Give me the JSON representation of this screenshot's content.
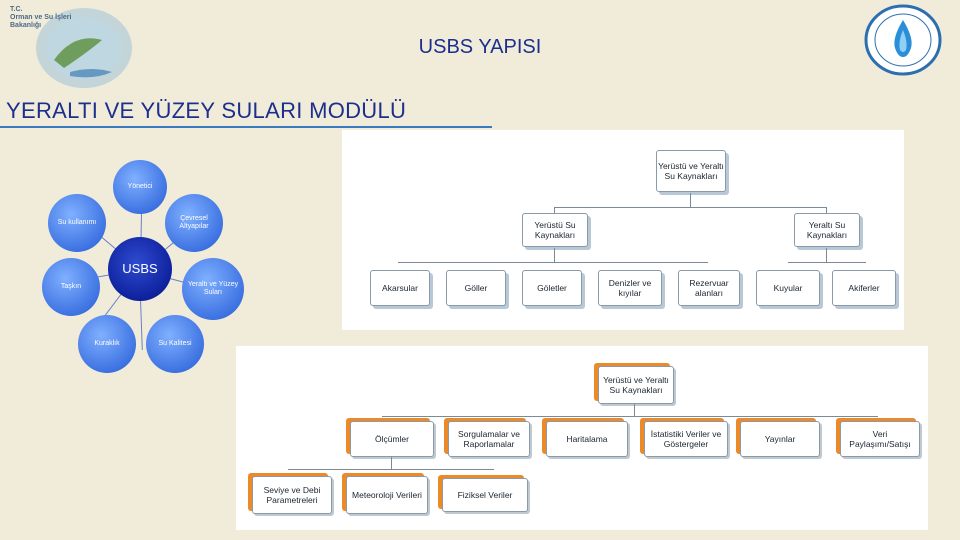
{
  "header": {
    "org_text": "T.C.\nOrman ve Su İşleri\nBakanlığı",
    "title": "USBS YAPISI",
    "subtitle": "YERALTI VE YÜZEY SULARI MODÜLÜ"
  },
  "usbs_diagram": {
    "center": "USBS",
    "nodes": [
      "Yönetici",
      "Çevresel Altyapılar",
      "Yeraltı ve Yüzey Suları",
      "Su Kalitesi",
      "Kuraklık",
      "Taşkın",
      "Su kullanımı"
    ]
  },
  "tree_top": {
    "root": "Yerüstü ve Yeraltı Su Kaynakları",
    "branches": [
      "Yerüstü Su Kaynakları",
      "Yeraltı Su Kaynakları"
    ],
    "leaves": [
      "Akarsular",
      "Göller",
      "Göletler",
      "Denizler ve kıyılar",
      "Rezervuar alanları",
      "Kuyular",
      "Akiferler"
    ]
  },
  "tree_bottom": {
    "root": "Yerüstü ve Yeraltı Su Kaynakları",
    "level1": [
      "Ölçümler",
      "Sorgulamalar ve Raporlamalar",
      "Haritalama",
      "İstatistiki Veriler ve Göstergeler",
      "Yayınlar",
      "Veri Paylaşımı/Satışı"
    ],
    "level2": [
      "Seviye ve Debi Parametreleri",
      "Meteoroloji Verileri",
      "Fiziksel Veriler"
    ]
  }
}
